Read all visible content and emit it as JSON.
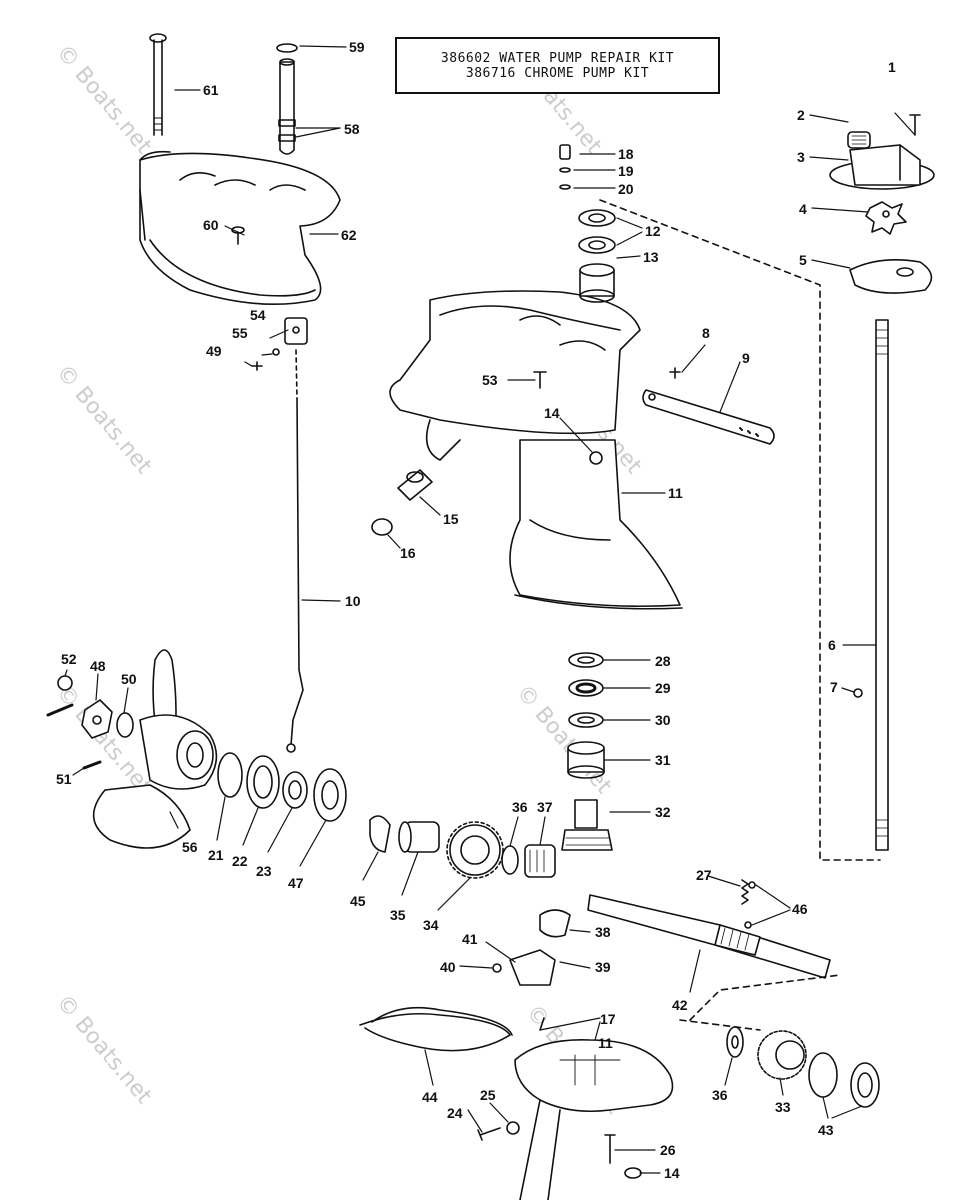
{
  "kit_box": {
    "line1": "386602 WATER PUMP REPAIR KIT",
    "line2": "386716 CHROME PUMP KIT"
  },
  "watermark": "© Boats.net",
  "labels": {
    "1": "1",
    "2": "2",
    "3": "3",
    "4": "4",
    "5": "5",
    "6": "6",
    "7": "7",
    "8": "8",
    "9": "9",
    "10": "10",
    "11": "11",
    "11b": "11",
    "12": "12",
    "13": "13",
    "14": "14",
    "14b": "14",
    "15": "15",
    "16": "16",
    "17": "17",
    "18": "18",
    "19": "19",
    "20": "20",
    "21": "21",
    "22": "22",
    "23": "23",
    "24": "24",
    "25": "25",
    "26": "26",
    "27": "27",
    "28": "28",
    "29": "29",
    "30": "30",
    "31": "31",
    "32": "32",
    "33": "33",
    "34": "34",
    "35": "35",
    "36": "36",
    "36b": "36",
    "37": "37",
    "38": "38",
    "39": "39",
    "40": "40",
    "41": "41",
    "42": "42",
    "43": "43",
    "44": "44",
    "45": "45",
    "46": "46",
    "47": "47",
    "48": "48",
    "49": "49",
    "50": "50",
    "51": "51",
    "52": "52",
    "53": "53",
    "54": "54",
    "55": "55",
    "56": "56",
    "58": "58",
    "59": "59",
    "60": "60",
    "61": "61",
    "62": "62"
  }
}
